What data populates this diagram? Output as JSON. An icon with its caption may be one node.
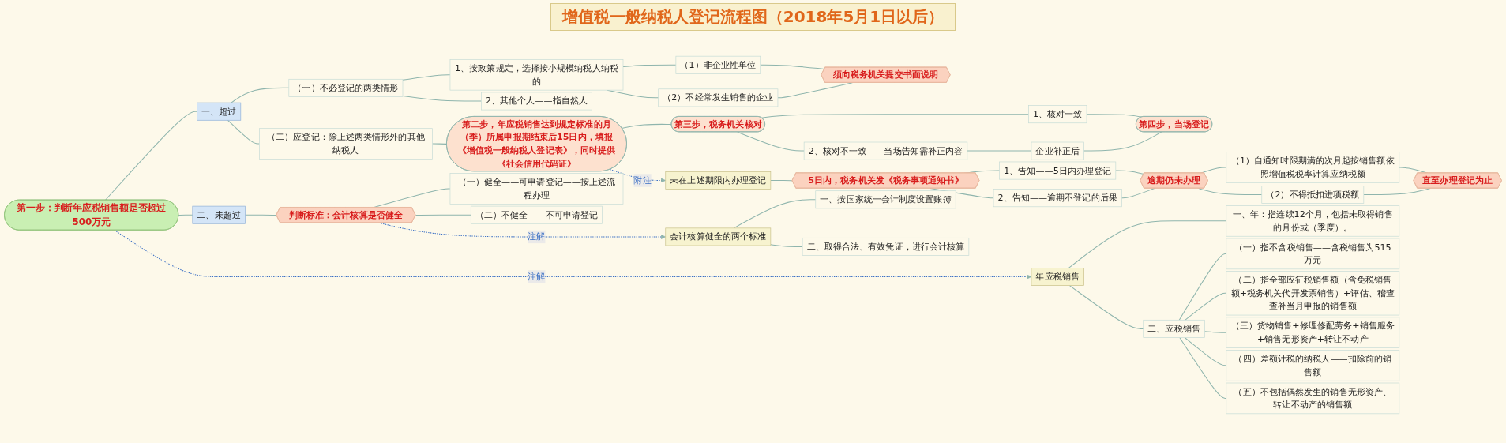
{
  "diagram": {
    "title": "增值税一般纳税人登记流程图（2018年5月1日以后）",
    "nodes": [
      {
        "text": [
          "第一步：判断年应税销售额是否超过500万元"
        ]
      },
      {
        "text": [
          "一、超过"
        ]
      },
      {
        "text": [
          "（一）不必登记的两类情形"
        ]
      },
      {
        "text": [
          "1、按政策规定，选择按小规模纳税人纳税的"
        ]
      },
      {
        "text": [
          "（1）非企业性单位"
        ]
      },
      {
        "text": [
          "（2）不经常发生销售的企业"
        ]
      },
      {
        "text": [
          "须向税务机关提交书面说明"
        ]
      },
      {
        "text": [
          "2、其他个人——指自然人"
        ]
      },
      {
        "text": [
          "（二）应登记：除上述两类情形外的其他纳税人"
        ]
      },
      {
        "text": [
          "第二步，年应税销售达到规定标准的月（季）所属申报期结束后15日内，填报《增值税一般纳税人登记表》，同时提供《社会信用代码证》"
        ]
      },
      {
        "text": [
          "第三步，税务机关核对"
        ]
      },
      {
        "text": [
          "1、核对一致"
        ]
      },
      {
        "text": [
          "2、核对不一致——当场告知需补正内容"
        ]
      },
      {
        "text": [
          "企业补正后"
        ]
      },
      {
        "text": [
          "第四步，当场登记"
        ]
      },
      {
        "text": [
          "二、未超过"
        ]
      },
      {
        "text": [
          "判断标准：会计核算是否健全"
        ]
      },
      {
        "text": [
          "（一）健全——可申请登记——按上述流程办理"
        ]
      },
      {
        "text": [
          "（二）不健全——不可申请登记"
        ]
      },
      {
        "text": [
          "年应税销售"
        ]
      },
      {
        "text": [
          "一、年：指连续12个月，包括未取得销售的月份或（季度）。"
        ]
      },
      {
        "text": [
          "二、应税销售"
        ]
      },
      {
        "text": [
          "（一）指不含税销售——含税销售为515万元"
        ]
      },
      {
        "text": [
          "（二）指全部应征税销售额（含免税销售额+税务机关代开发票销售）+评估、稽查查补当月申报的销售额"
        ]
      },
      {
        "text": [
          "（三）货物销售+修理修配劳务+销售服务+销售无形资产+转让不动产"
        ]
      },
      {
        "text": [
          "（四）差额计税的纳税人——扣除前的销售额"
        ]
      },
      {
        "text": [
          "（五）不包括偶然发生的销售无形资产、转让不动产的销售额"
        ]
      },
      {
        "text": [
          "会计核算健全的两个标准"
        ]
      },
      {
        "text": [
          "一、按国家统一会计制度设置账簿"
        ]
      },
      {
        "text": [
          "二、取得合法、有效凭证，进行会计核算"
        ]
      },
      {
        "text": [
          "未在上述期限内办理登记"
        ]
      },
      {
        "text": [
          "5日内，税务机关发《税务事项通知书》"
        ]
      },
      {
        "text": [
          "1、告知——5日内办理登记"
        ]
      },
      {
        "text": [
          "2、告知——逾期不登记的后果"
        ]
      },
      {
        "text": [
          "逾期仍未办理"
        ]
      },
      {
        "text": [
          "（1）自通知时限期满的次月起按销售额依照增值税税率计算应纳税额"
        ]
      },
      {
        "text": [
          "（2）不得抵扣进项税额"
        ]
      },
      {
        "text": [
          "直至办理登记为止"
        ]
      }
    ],
    "edges": [
      {
        "from": 0,
        "to": 1,
        "arrow": "none"
      },
      {
        "from": 0,
        "to": 15,
        "arrow": "none"
      },
      {
        "from": 1,
        "to": 2,
        "arrow": "none"
      },
      {
        "from": 1,
        "to": 8,
        "arrow": "none"
      },
      {
        "from": 2,
        "to": 3,
        "arrow": "none"
      },
      {
        "from": 2,
        "to": 7,
        "arrow": "none"
      },
      {
        "from": 3,
        "to": 4,
        "arrow": "none"
      },
      {
        "from": 3,
        "to": 5,
        "arrow": "none"
      },
      {
        "from": 4,
        "to": 6,
        "arrow": "none"
      },
      {
        "from": 5,
        "to": 6,
        "arrow": "none"
      },
      {
        "from": 8,
        "to": 9,
        "arrow": "none"
      },
      {
        "from": 9,
        "to": 10,
        "arrow": "none"
      },
      {
        "from": 10,
        "to": 11,
        "arrow": "none"
      },
      {
        "from": 10,
        "to": 12,
        "arrow": "none"
      },
      {
        "from": 11,
        "to": 14,
        "arrow": "none"
      },
      {
        "from": 12,
        "to": 13,
        "arrow": "none"
      },
      {
        "from": 13,
        "to": 14,
        "arrow": "none"
      },
      {
        "from": 15,
        "to": 16,
        "arrow": "none"
      },
      {
        "from": 16,
        "to": 17,
        "arrow": "none"
      },
      {
        "from": 16,
        "to": 18,
        "arrow": "none"
      },
      {
        "from": 0,
        "to": 19,
        "arrow": "to",
        "label": "注解",
        "style": "dashed",
        "color": "#3a6fc4"
      },
      {
        "from": 19,
        "to": 20,
        "arrow": "none"
      },
      {
        "from": 19,
        "to": 21,
        "arrow": "none"
      },
      {
        "from": 21,
        "to": 22,
        "arrow": "none"
      },
      {
        "from": 21,
        "to": 23,
        "arrow": "none"
      },
      {
        "from": 21,
        "to": 24,
        "arrow": "none"
      },
      {
        "from": 21,
        "to": 25,
        "arrow": "none"
      },
      {
        "from": 21,
        "to": 26,
        "arrow": "none"
      },
      {
        "from": 16,
        "to": 27,
        "arrow": "to",
        "label": "注解",
        "style": "dashed",
        "color": "#3a6fc4"
      },
      {
        "from": 27,
        "to": 28,
        "arrow": "none"
      },
      {
        "from": 27,
        "to": 29,
        "arrow": "none"
      },
      {
        "from": 9,
        "to": 30,
        "arrow": "to",
        "label": "附注",
        "style": "dashed",
        "color": "#3a6fc4"
      },
      {
        "from": 30,
        "to": 31,
        "arrow": "none"
      },
      {
        "from": 31,
        "to": 32,
        "arrow": "none"
      },
      {
        "from": 31,
        "to": 33,
        "arrow": "none"
      },
      {
        "from": 32,
        "to": 34,
        "arrow": "none"
      },
      {
        "from": 33,
        "to": 34,
        "arrow": "none"
      },
      {
        "from": 34,
        "to": 35,
        "arrow": "none"
      },
      {
        "from": 34,
        "to": 36,
        "arrow": "none"
      },
      {
        "from": 35,
        "to": 37,
        "arrow": "none"
      },
      {
        "from": 36,
        "to": 37,
        "arrow": "none"
      }
    ]
  }
}
